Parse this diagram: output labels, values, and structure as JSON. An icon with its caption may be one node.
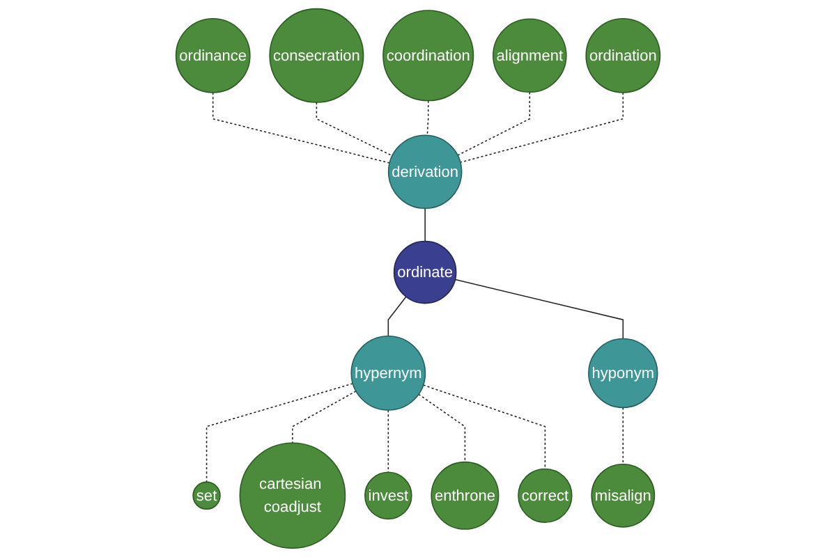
{
  "diagram": {
    "nodes": [
      {
        "text": [
          "ordinance"
        ]
      },
      {
        "text": [
          "consecration"
        ]
      },
      {
        "text": [
          "coordination"
        ]
      },
      {
        "text": [
          "alignment"
        ]
      },
      {
        "text": [
          "derivation"
        ]
      },
      {
        "text": [
          "ordination"
        ]
      },
      {
        "text": [
          "set"
        ]
      },
      {
        "text": [
          "ordinate"
        ]
      },
      {
        "text": [
          "cartesian coadjust"
        ]
      },
      {
        "text": [
          "hyponym"
        ]
      },
      {
        "text": [
          "hypernym"
        ]
      },
      {
        "text": [
          "misalign"
        ]
      },
      {
        "text": [
          "invest"
        ]
      },
      {
        "text": [
          "enthrone"
        ]
      },
      {
        "text": [
          "correct"
        ]
      }
    ],
    "edges": [
      {
        "from": 0,
        "to": 4,
        "arrow": "none",
        "style": "dashed"
      },
      {
        "from": 1,
        "to": 4,
        "arrow": "none",
        "style": "dashed"
      },
      {
        "from": 2,
        "to": 4,
        "arrow": "none",
        "style": "dashed"
      },
      {
        "from": 3,
        "to": 4,
        "arrow": "none",
        "style": "dashed"
      },
      {
        "from": 5,
        "to": 4,
        "arrow": "none",
        "style": "dashed"
      },
      {
        "from": 4,
        "to": 7,
        "arrow": "none"
      },
      {
        "from": 7,
        "to": 10,
        "arrow": "none"
      },
      {
        "from": 7,
        "to": 9,
        "arrow": "none"
      },
      {
        "from": 10,
        "to": 6,
        "arrow": "none",
        "style": "dashed"
      },
      {
        "from": 10,
        "to": 8,
        "arrow": "none",
        "style": "dashed"
      },
      {
        "from": 10,
        "to": 12,
        "arrow": "none",
        "style": "dashed"
      },
      {
        "from": 10,
        "to": 13,
        "arrow": "none",
        "style": "dashed"
      },
      {
        "from": 10,
        "to": 14,
        "arrow": "none",
        "style": "dashed"
      },
      {
        "from": 9,
        "to": 11,
        "arrow": "none",
        "style": "dashed"
      }
    ]
  }
}
